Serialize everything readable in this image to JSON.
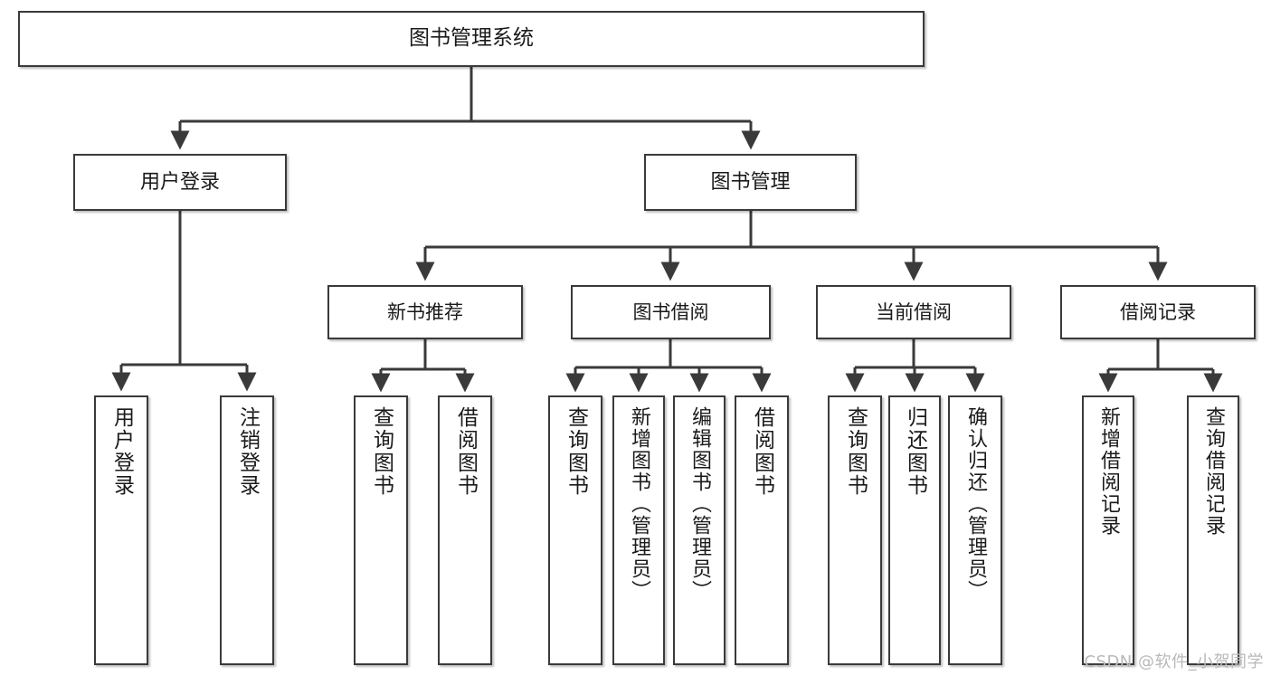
{
  "diagram": {
    "title": "图书管理系统",
    "type": "tree-hierarchy-chart",
    "background_color": "#ffffff",
    "line_color": "#3a3a3a",
    "box_border_color": "#3a3a3a",
    "box_fill_color": "#ffffff",
    "text_color": "#1a1a1a"
  },
  "nodes": {
    "root": {
      "label": "图书管理系统"
    },
    "level2": [
      {
        "label": "用户登录"
      },
      {
        "label": "图书管理"
      }
    ],
    "level3": [
      {
        "label": "新书推荐"
      },
      {
        "label": "图书借阅"
      },
      {
        "label": "当前借阅"
      },
      {
        "label": "借阅记录"
      }
    ],
    "leaves": {
      "user_login": [
        {
          "label": "用户登录"
        },
        {
          "label": "注销登录"
        }
      ],
      "new_book_recommend": [
        {
          "label": "查询图书"
        },
        {
          "label": "借阅图书"
        }
      ],
      "book_borrow": [
        {
          "label": "查询图书"
        },
        {
          "label": "新增图书（管理员）"
        },
        {
          "label": "编辑图书（管理员）"
        },
        {
          "label": "借阅图书"
        }
      ],
      "current_borrow": [
        {
          "label": "查询图书"
        },
        {
          "label": "归还图书"
        },
        {
          "label": "确认归还（管理员）"
        }
      ],
      "borrow_record": [
        {
          "label": "新增借阅记录"
        },
        {
          "label": "查询借阅记录"
        }
      ]
    }
  },
  "watermark": {
    "text": "CSDN @软件_小贺同学",
    "color": "#b9b9b9"
  }
}
